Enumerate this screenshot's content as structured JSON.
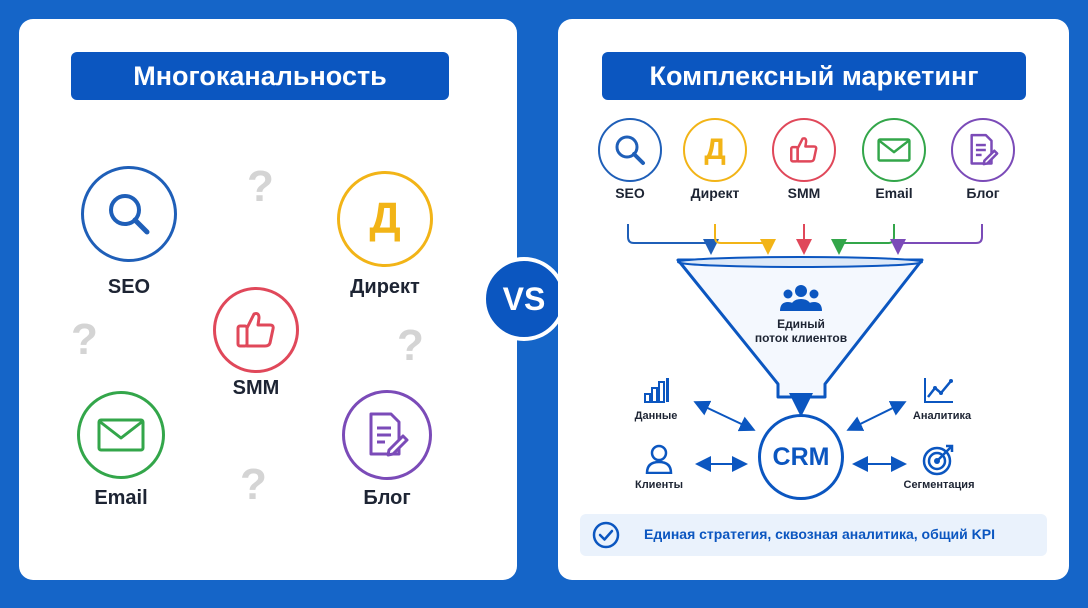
{
  "left": {
    "title": "Многоканальность",
    "channels": {
      "seo": "SEO",
      "direct": "Директ",
      "smm": "SMM",
      "email": "Email",
      "blog": "Блог"
    },
    "question_mark": "?",
    "direct_glyph": "Д"
  },
  "vs": "VS",
  "right": {
    "title": "Комплексный маркетинг",
    "channels": {
      "seo": "SEO",
      "direct": "Директ",
      "smm": "SMM",
      "email": "Email",
      "blog": "Блог"
    },
    "direct_glyph": "Д",
    "funnel": {
      "line1": "Единый",
      "line2": "поток клиентов"
    },
    "crm": "CRM",
    "satellites": {
      "data": "Данные",
      "clients": "Клиенты",
      "analytics": "Аналитика",
      "segmentation": "Сегментация"
    },
    "footer": "Единая стратегия, сквозная аналитика, общий KPI"
  },
  "colors": {
    "background": "#1565c8",
    "accent": "#0b56c0",
    "seo": "#1f5fb8",
    "direct": "#f2b417",
    "smm": "#e0485a",
    "email": "#33a64a",
    "blog": "#7b4bb8"
  }
}
